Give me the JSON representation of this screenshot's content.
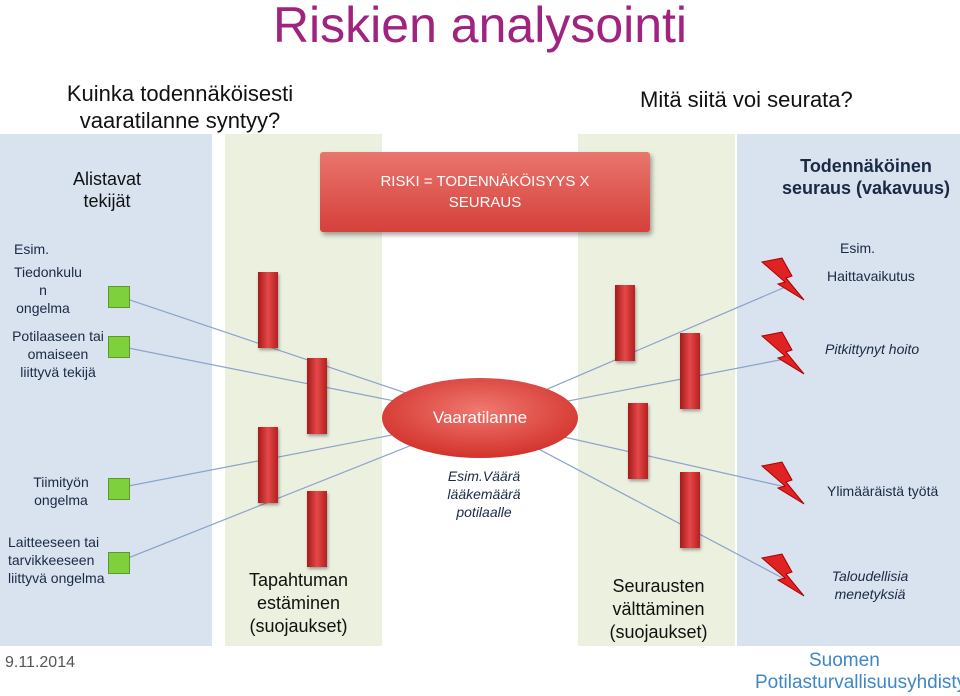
{
  "title": "Riskien analysointi",
  "question_left": "Kuinka todennäköisesti vaaratilanne syntyy?",
  "question_right": "Mitä siitä voi seurata?",
  "left_panel": {
    "header": "Alistavat tekijät",
    "example_label": "Esim.",
    "items": [
      "Tiedonkulu n ongelma",
      "Potilaaseen tai omaiseen liittyvä tekijä",
      "Tiimityön ongelma",
      "Laitteeseen tai tarvikkeeseen liittyvä ongelma"
    ]
  },
  "prevention_label": "Tapahtuman estäminen (suojaukset)",
  "risk_formula": "RISKI = TODENNÄKÖISYYS X SEURAUS",
  "center_label": "Vaaratilanne",
  "center_example": "Esim.Väärä lääkemäärä potilaalle",
  "mitigation_label": "Seurausten välttäminen (suojaukset)",
  "right_panel": {
    "header": "Todennäköinen seuraus (vakavuus)",
    "example_label": "Esim.",
    "items": [
      "Haittavaikutus",
      "Pitkittynyt hoito",
      "Ylimääräistä työtä",
      "Taloudellisia menetyksiä"
    ]
  },
  "date": "9.11.2014",
  "logo": {
    "line1": "Suomen",
    "line2": "Potilasturvallisuusyhdistys"
  },
  "colors": {
    "title": "#a0237f",
    "panel_blue": "#d9e2ef",
    "panel_green": "#ebf0df",
    "accent_red": "#d5403a",
    "item_box": "#7fd13b",
    "logo": "#3f86c8"
  }
}
